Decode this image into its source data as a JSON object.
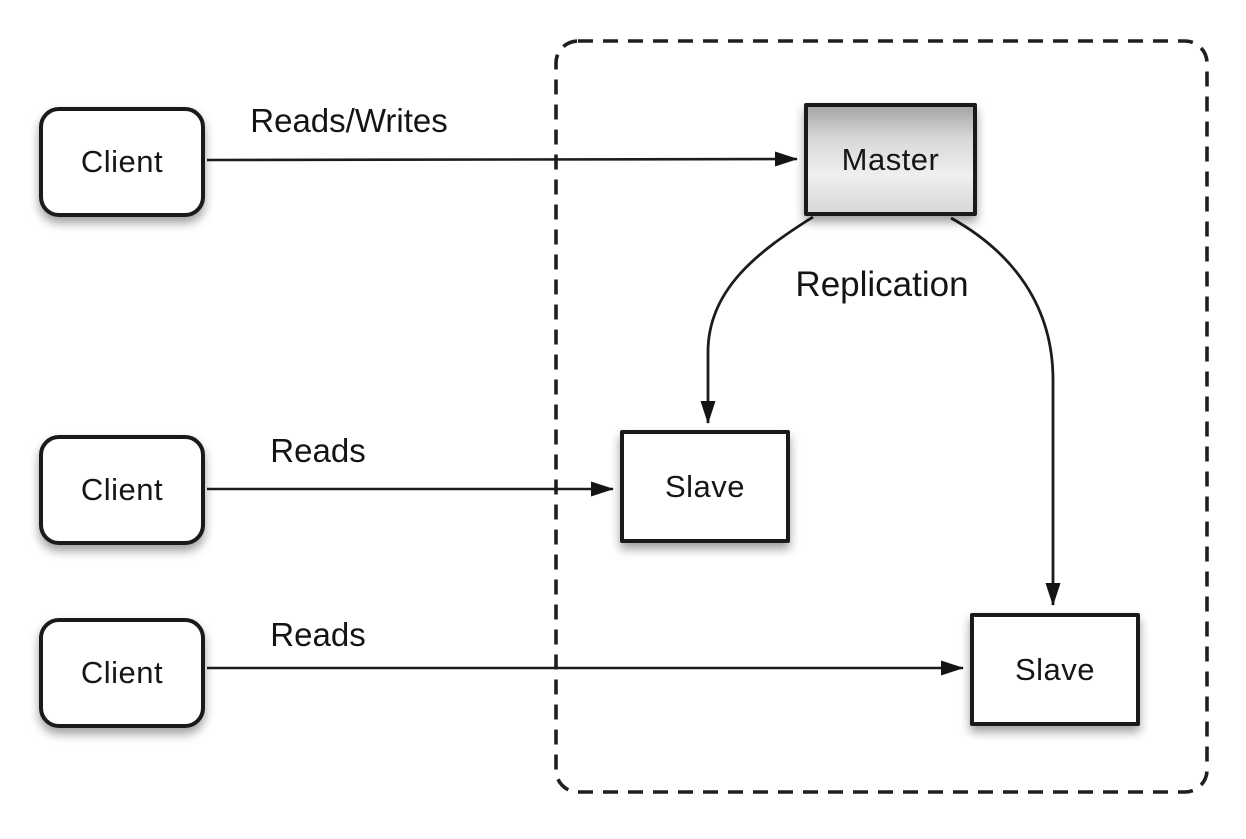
{
  "diagram": {
    "background_color": "#ffffff",
    "stroke_color": "#1c1c1c",
    "nodes": {
      "clients": [
        {
          "label": "Client"
        },
        {
          "label": "Client"
        },
        {
          "label": "Client"
        }
      ],
      "master": {
        "label": "Master",
        "fill_top": "#a6a6a6",
        "fill_mid": "#efefef",
        "fill_bottom": "#d8d8d8"
      },
      "slaves": [
        {
          "label": "Slave"
        },
        {
          "label": "Slave"
        }
      ]
    },
    "edges": {
      "client1_to_master": {
        "label": "Reads/Writes"
      },
      "client2_to_slave1": {
        "label": "Reads"
      },
      "client3_to_slave2": {
        "label": "Reads"
      },
      "master_to_slaves": {
        "label": "Replication"
      }
    },
    "group": {
      "name": "replication-boundary",
      "style": "dashed"
    }
  }
}
